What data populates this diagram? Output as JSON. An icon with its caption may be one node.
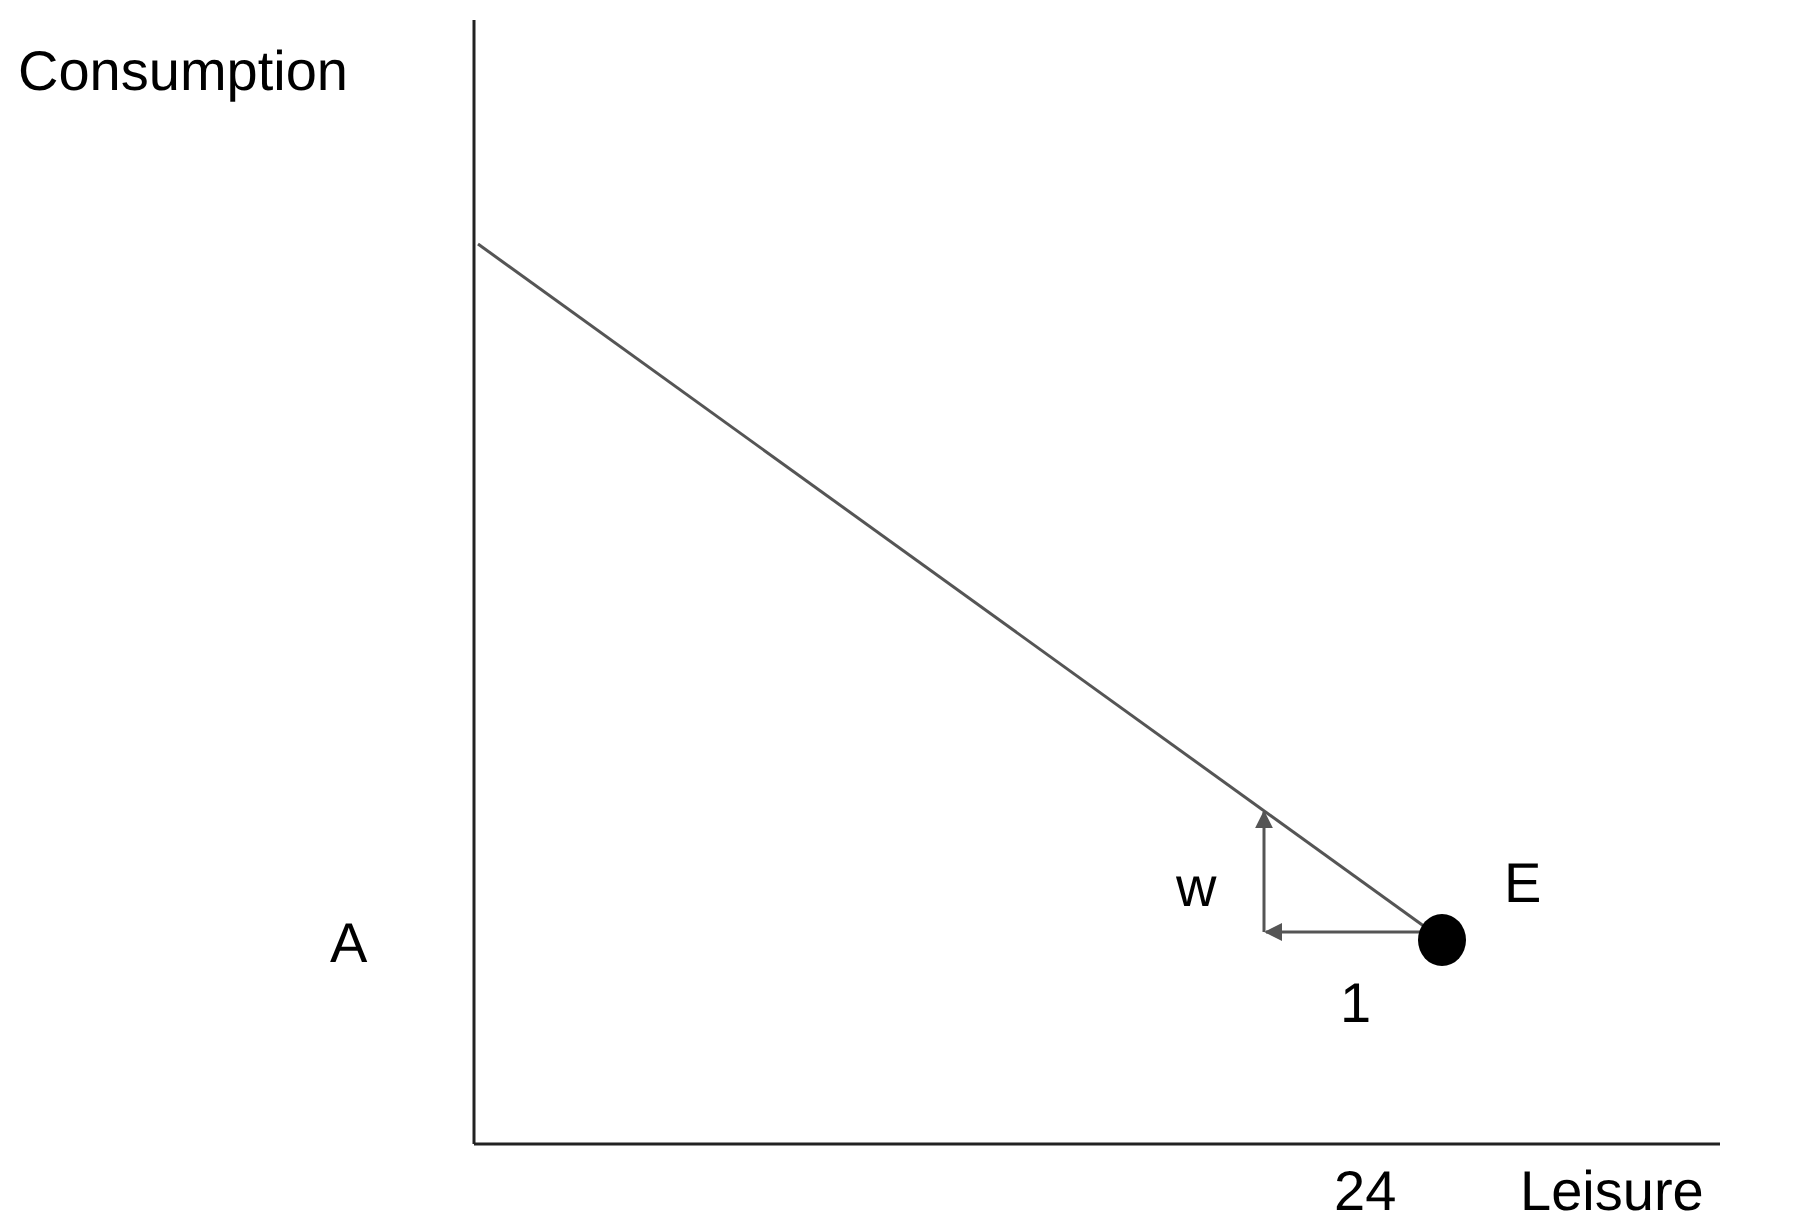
{
  "diagram": {
    "labels": [
      "Consumption",
      "A",
      "w",
      "E",
      "1",
      "24",
      "Leisure"
    ]
  }
}
